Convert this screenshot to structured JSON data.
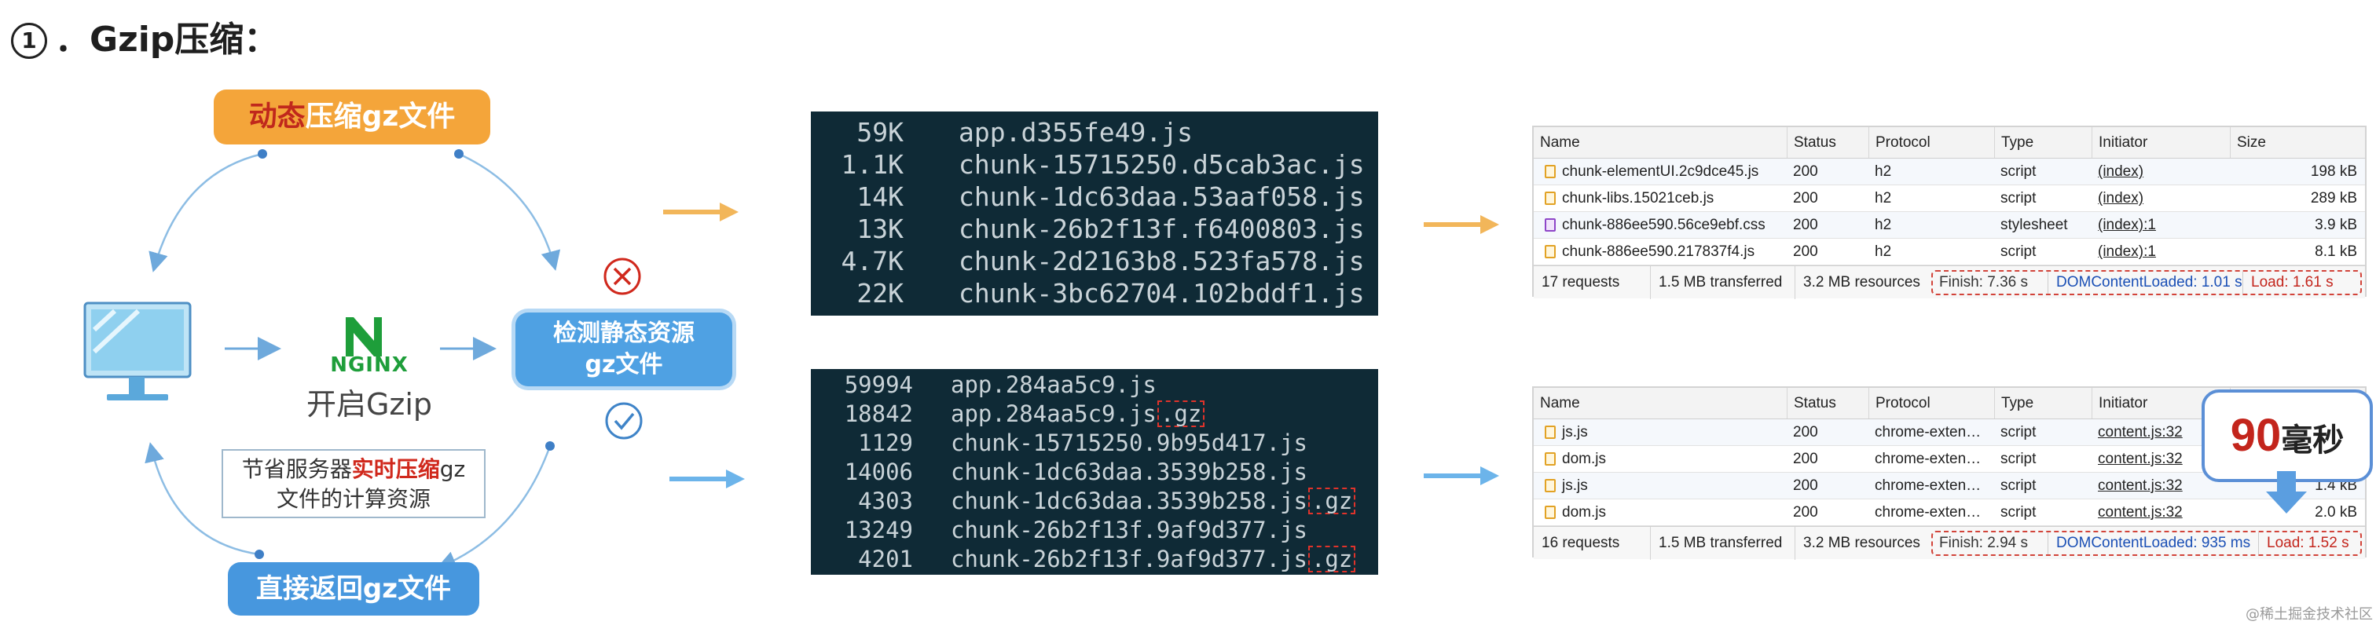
{
  "title": {
    "num": "1",
    "text": "．Gzip压缩："
  },
  "flow": {
    "dynamic_pre": "动态",
    "dynamic_post": "压缩gz文件",
    "nginx_word": "NGINX",
    "nginx_label": "开启Gzip",
    "detect_line1": "检测静态资源",
    "detect_line2": "gz文件",
    "save_pre": "节省服务器",
    "save_accent": "实时压缩",
    "save_mid": "gz",
    "save_line2": "文件的计算资源",
    "return_label": "直接返回gz文件"
  },
  "terminal_top": {
    "rows": [
      {
        "size": "59K",
        "file": "app.d355fe49.js"
      },
      {
        "size": "1.1K",
        "file": "chunk-15715250.d5cab3ac.js"
      },
      {
        "size": "14K",
        "file": "chunk-1dc63daa.53aaf058.js"
      },
      {
        "size": "13K",
        "file": "chunk-26b2f13f.f6400803.js"
      },
      {
        "size": "4.7K",
        "file": "chunk-2d2163b8.523fa578.js"
      },
      {
        "size": "22K",
        "file": "chunk-3bc62704.102bddf1.js"
      }
    ]
  },
  "terminal_bottom": {
    "rows": [
      {
        "size": "59994",
        "file": "app.284aa5c9.js",
        "gz": ""
      },
      {
        "size": "18842",
        "file": "app.284aa5c9.js",
        "gz": ".gz"
      },
      {
        "size": "1129",
        "file": "chunk-15715250.9b95d417.js",
        "gz": ""
      },
      {
        "size": "14006",
        "file": "chunk-1dc63daa.3539b258.js",
        "gz": ""
      },
      {
        "size": "4303",
        "file": "chunk-1dc63daa.3539b258.js",
        "gz": ".gz"
      },
      {
        "size": "13249",
        "file": "chunk-26b2f13f.9af9d377.js",
        "gz": ""
      },
      {
        "size": "4201",
        "file": "chunk-26b2f13f.9af9d377.js",
        "gz": ".gz"
      }
    ]
  },
  "devtools_top": {
    "headers": {
      "name": "Name",
      "status": "Status",
      "protocol": "Protocol",
      "type": "Type",
      "initiator": "Initiator",
      "size": "Size"
    },
    "rows": [
      {
        "name": "chunk-elementUI.2c9dce45.js",
        "status": "200",
        "protocol": "h2",
        "type": "script",
        "initiator": "(index)",
        "size": "198 kB",
        "icon": "js-file-icon"
      },
      {
        "name": "chunk-libs.15021ceb.js",
        "status": "200",
        "protocol": "h2",
        "type": "script",
        "initiator": "(index)",
        "size": "289 kB",
        "icon": "js-file-icon"
      },
      {
        "name": "chunk-886ee590.56ce9ebf.css",
        "status": "200",
        "protocol": "h2",
        "type": "stylesheet",
        "initiator": "(index):1",
        "size": "3.9 kB",
        "icon": "css-file-icon"
      },
      {
        "name": "chunk-886ee590.217837f4.js",
        "status": "200",
        "protocol": "h2",
        "type": "script",
        "initiator": "(index):1",
        "size": "8.1 kB",
        "icon": "js-file-icon"
      }
    ],
    "footer": {
      "requests": "17 requests",
      "transferred": "1.5 MB transferred",
      "resources": "3.2 MB resources",
      "finish": "Finish: 7.36 s",
      "dom": "DOMContentLoaded: 1.01 s",
      "load": "Load: 1.61 s"
    }
  },
  "devtools_bottom": {
    "headers": {
      "name": "Name",
      "status": "Status",
      "protocol": "Protocol",
      "type": "Type",
      "initiator": "Initiator",
      "size": ""
    },
    "rows": [
      {
        "name": "js.js",
        "status": "200",
        "protocol": "chrome-exten…",
        "type": "script",
        "initiator": "content.js:32",
        "size": "",
        "icon": "js-file-icon"
      },
      {
        "name": "dom.js",
        "status": "200",
        "protocol": "chrome-exten…",
        "type": "script",
        "initiator": "content.js:32",
        "size": "",
        "icon": "js-file-icon"
      },
      {
        "name": "js.js",
        "status": "200",
        "protocol": "chrome-exten…",
        "type": "script",
        "initiator": "content.js:32",
        "size": "1.4 kB",
        "icon": "js-file-icon"
      },
      {
        "name": "dom.js",
        "status": "200",
        "protocol": "chrome-exten…",
        "type": "script",
        "initiator": "content.js:32",
        "size": "2.0 kB",
        "icon": "js-file-icon"
      }
    ],
    "footer": {
      "requests": "16 requests",
      "transferred": "1.5 MB transferred",
      "resources": "3.2 MB resources",
      "finish": "Finish: 2.94 s",
      "dom": "DOMContentLoaded: 935 ms",
      "load": "Load: 1.52 s"
    }
  },
  "badge": {
    "num": "90",
    "unit": "毫秒"
  },
  "watermark": "@稀土掘金技术社区",
  "colors": {
    "orange": "#f4a53a",
    "blue": "#4fa1e3",
    "red": "#d0281c",
    "terminal_bg": "#0f2a36"
  }
}
